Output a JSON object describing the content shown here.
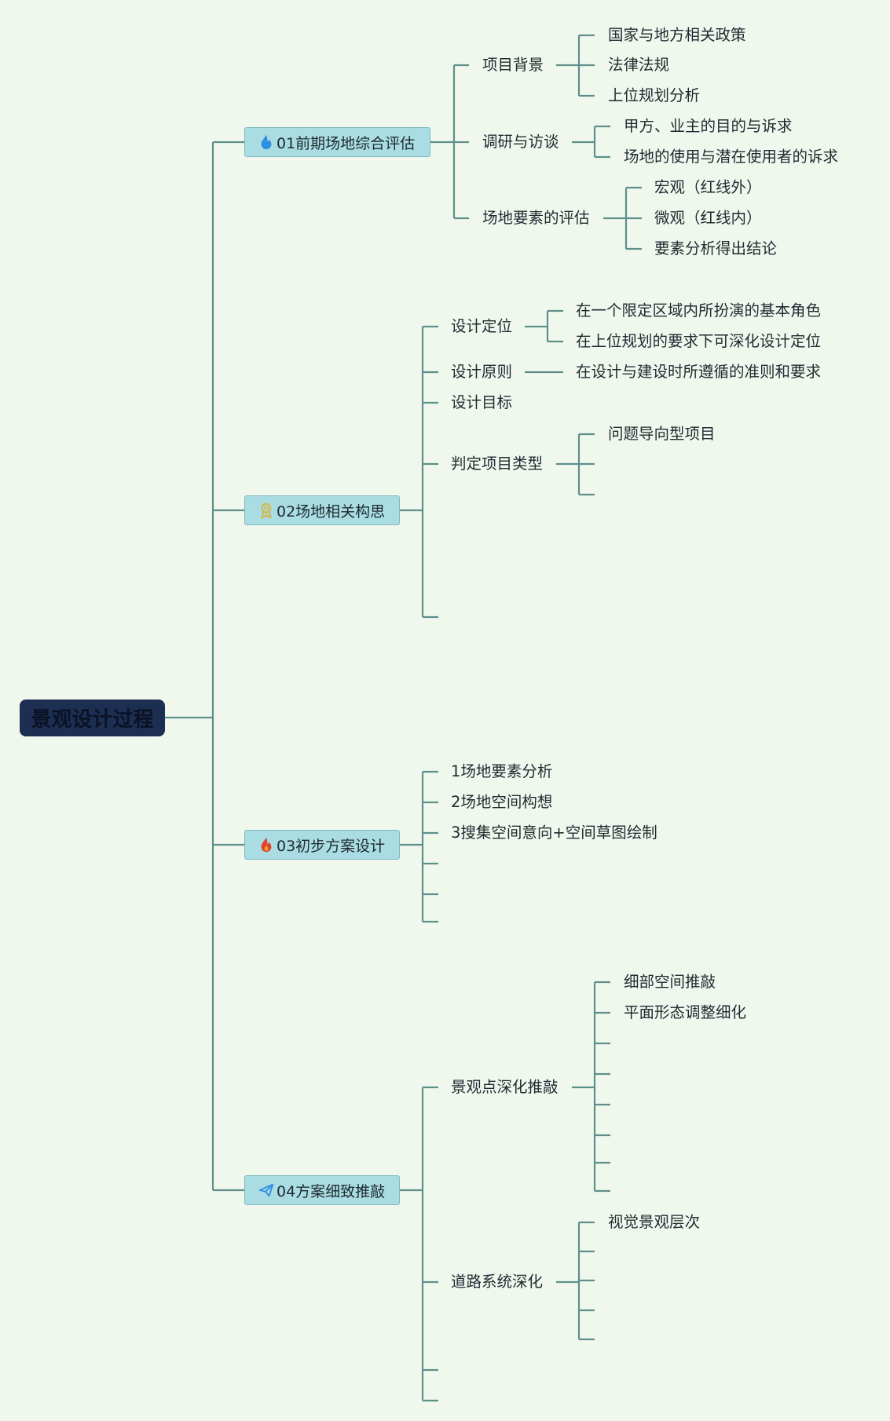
{
  "root": {
    "label": "景观设计过程"
  },
  "branches": [
    {
      "label": "01前期场地综合评估",
      "icon": "droplet-flame-icon",
      "children": [
        {
          "label": "项目背景",
          "children": [
            "国家与地方相关政策",
            "法律法规",
            "上位规划分析"
          ]
        },
        {
          "label": "调研与访谈",
          "children": [
            "甲方、业主的目的与诉求",
            "场地的使用与潜在使用者的诉求"
          ]
        },
        {
          "label": "场地要素的评估",
          "children": [
            "宏观（红线外）",
            "微观（红线内）",
            "要素分析得出结论"
          ]
        }
      ]
    },
    {
      "label": "02场地相关构思",
      "icon": "award-ribbon-icon",
      "children": [
        {
          "label": "设计定位",
          "children": [
            "在一个限定区域内所扮演的基本角色",
            "在上位规划的要求下可深化设计定位"
          ]
        },
        {
          "label": "设计原则",
          "children": [
            "在设计与建设时所遵循的准则和要求"
          ]
        },
        {
          "label": "设计目标",
          "children": []
        },
        {
          "label": "判定项目类型",
          "children": [
            "问题导向型项目",
            "",
            ""
          ]
        },
        {
          "label": "",
          "children": []
        }
      ]
    },
    {
      "label": "03初步方案设计",
      "icon": "fire-icon",
      "children": [
        {
          "label": "1场地要素分析",
          "children": []
        },
        {
          "label": "2场地空间构想",
          "children": []
        },
        {
          "label": "3搜集空间意向+空间草图绘制",
          "children": []
        },
        {
          "label": "",
          "children": []
        },
        {
          "label": "",
          "children": []
        },
        {
          "label": "",
          "children": []
        }
      ]
    },
    {
      "label": "04方案细致推敲",
      "icon": "paper-plane-icon",
      "children": [
        {
          "label": "景观点深化推敲",
          "children": [
            "细部空间推敲",
            "平面形态调整细化",
            "",
            "",
            "",
            "",
            ""
          ]
        },
        {
          "label": "道路系统深化",
          "children": [
            "视觉景观层次",
            "",
            "",
            "",
            ""
          ]
        },
        {
          "label": "",
          "children": []
        },
        {
          "label": "",
          "children": []
        }
      ]
    }
  ]
}
